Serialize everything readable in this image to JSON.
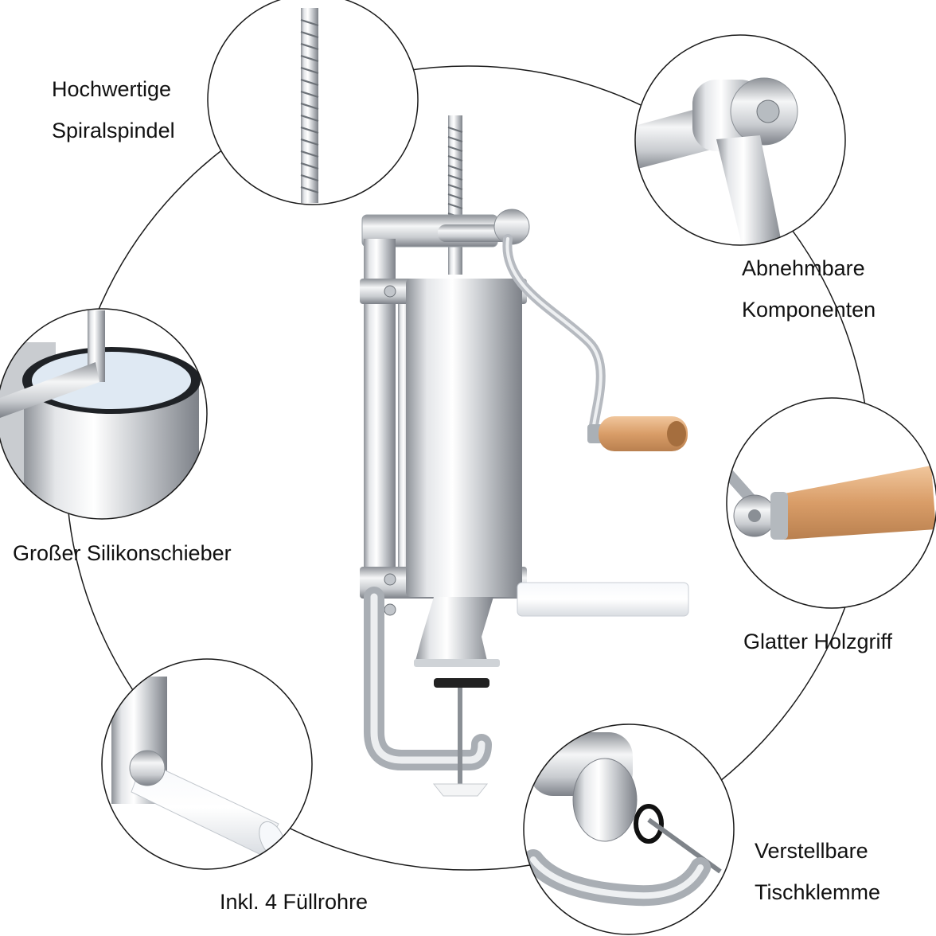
{
  "labels": {
    "spindle": [
      "Hochwertige",
      "Spiralspindel"
    ],
    "components": [
      "Abnehmbare",
      "Komponenten"
    ],
    "pusher": "Großer Silikonschieber",
    "handle": "Glatter Holzgriff",
    "tubes": "Inkl. 4 Füllrohre",
    "clamp": [
      "Verstellbare",
      "Tischklemme"
    ]
  },
  "colors": {
    "steel_light": "#f2f3f5",
    "steel_mid": "#c4c8cd",
    "steel_dark": "#7b8087",
    "wood": "#d9a06e",
    "outline": "#1a1a1a"
  }
}
